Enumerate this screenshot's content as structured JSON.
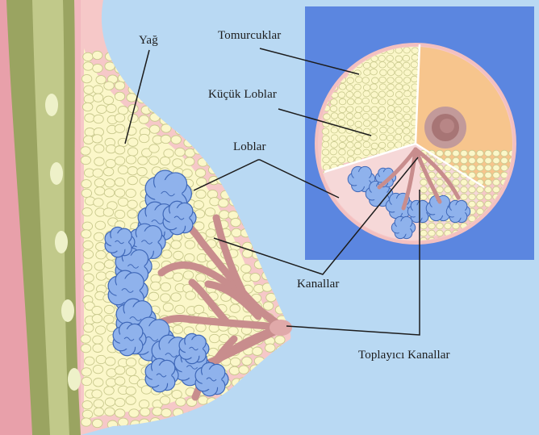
{
  "labels": {
    "fat": "Yağ",
    "buds": "Tomurcuklar",
    "small_lobules": "Küçük Loblar",
    "lobules": "Loblar",
    "ducts": "Kanallar",
    "collecting_ducts": "Toplayıcı Kanallar"
  },
  "colors": {
    "background": "#b9d9f3",
    "inset_background": "#5b86e0",
    "skin": "#f6c8c8",
    "fat": "#fbf7c9",
    "fat_outline": "#c9c98e",
    "lobule": "#8fb2ec",
    "lobule_outline": "#3f68b8",
    "duct": "#c88d8d",
    "chest_wall": "#9aa461",
    "rib": "#eef1c9",
    "areola": "#b98e8e",
    "nipple": "#9d6e6e",
    "slice_tissue": "#f7c58d"
  }
}
